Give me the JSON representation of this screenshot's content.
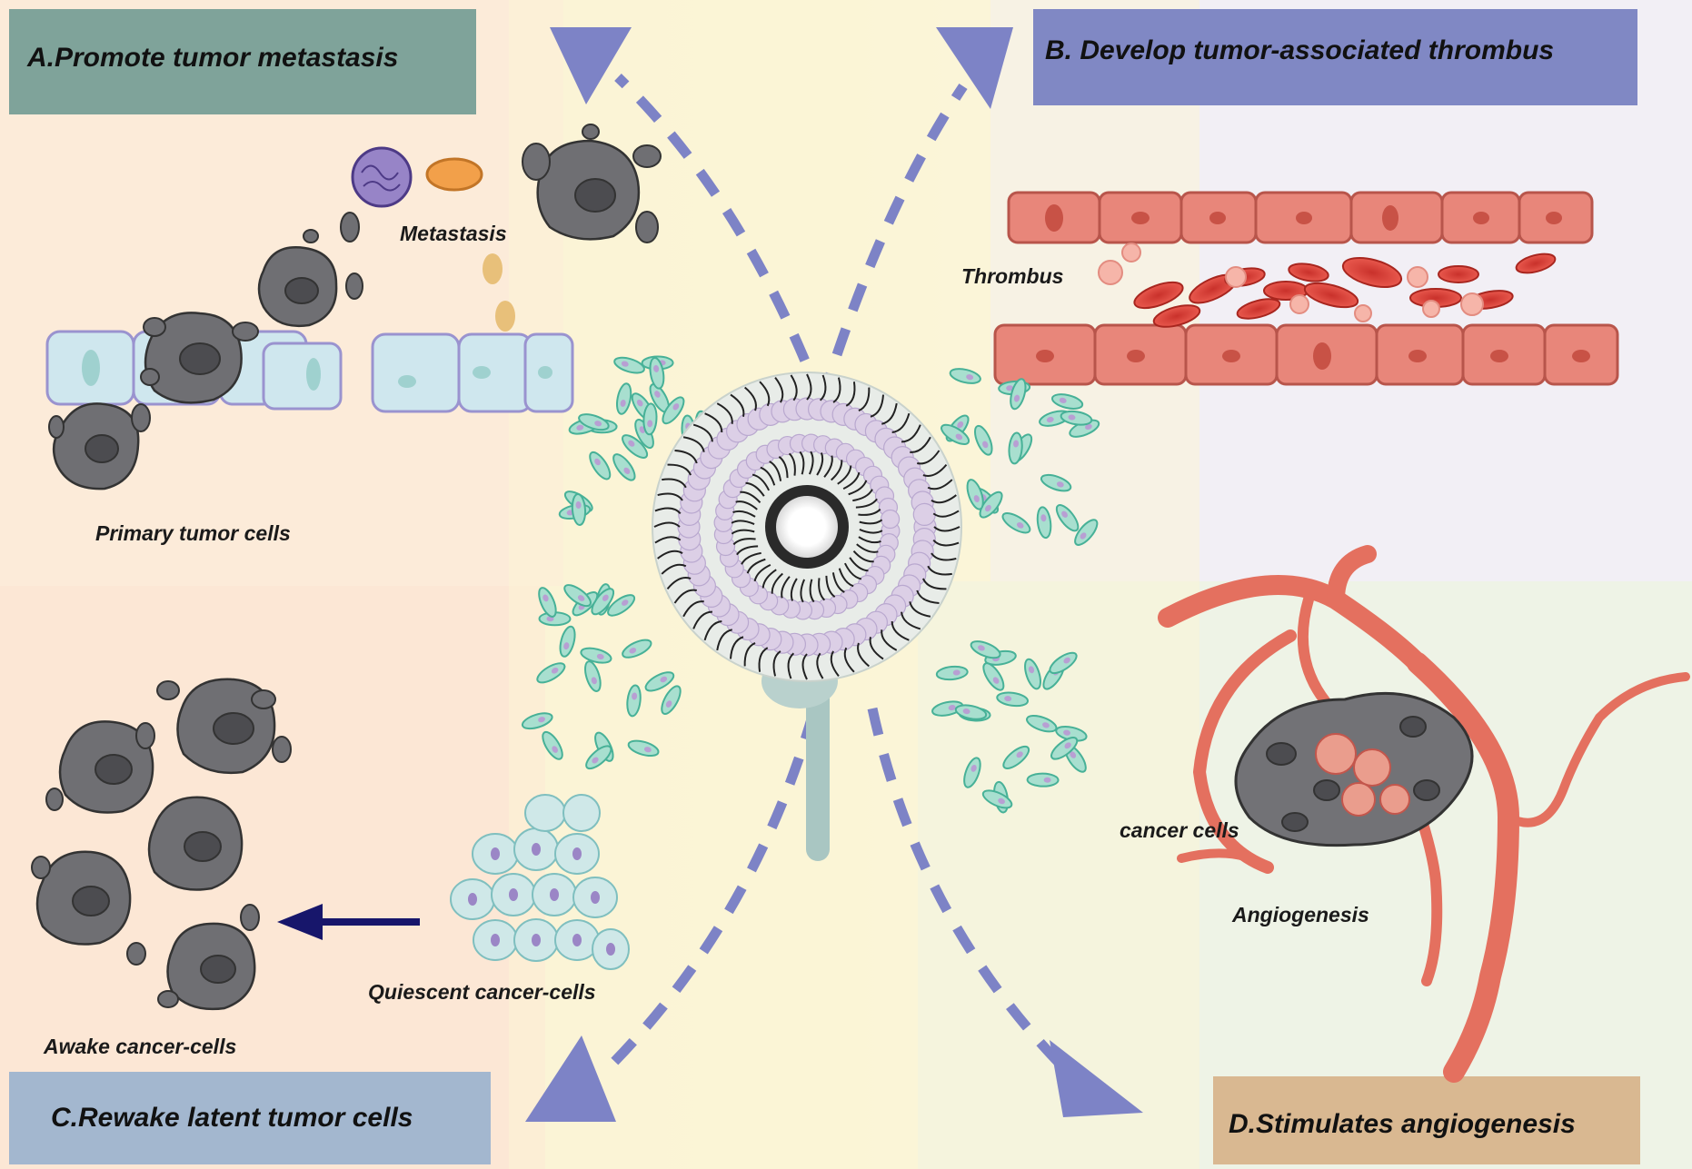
{
  "panels": {
    "a": {
      "title": "A.Promote tumor metastasis",
      "header_color": "#7fa39a"
    },
    "b": {
      "title": "B. Develop tumor-associated thrombus",
      "header_color": "#8088c4"
    },
    "c": {
      "title": "C.Rewake latent tumor cells",
      "header_color": "#a3b7cf"
    },
    "d": {
      "title": "D.Stimulates angiogenesis",
      "header_color": "#d9b891"
    }
  },
  "labels": {
    "metastasis": "Metastasis",
    "primary_tumor": "Primary tumor cells",
    "thrombus": "Thrombus",
    "cancer_cells": "cancer cells",
    "angiogenesis": "Angiogenesis",
    "quiescent": "Quiescent cancer-cells",
    "awake": "Awake cancer-cells"
  },
  "colors": {
    "arrow": "#7d83c6",
    "tumor_cell": "#6f6f73",
    "vessel": "#e8867a",
    "platelet": "#6cc7ae",
    "endothelium": "#cce6ec"
  }
}
